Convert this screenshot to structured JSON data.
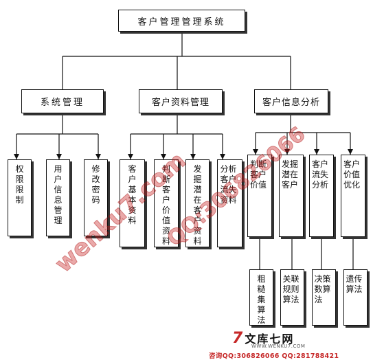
{
  "root": {
    "label": "客户管理管理系统"
  },
  "level1": [
    {
      "label": "系统管理"
    },
    {
      "label": "客户资料管理"
    },
    {
      "label": "客户信息分析"
    }
  ],
  "system_children": [
    {
      "label": "权限限制"
    },
    {
      "label": "用户信息管理"
    },
    {
      "label": "修改密码"
    }
  ],
  "data_children": [
    {
      "label": "客户基本资料"
    },
    {
      "label": "判断客户价值资料"
    },
    {
      "label": "发掘潜在客户资料"
    },
    {
      "label": "分析客户流失资料"
    }
  ],
  "analysis_children": [
    {
      "label": "判断客户价值"
    },
    {
      "label": "发掘潜在客户"
    },
    {
      "label": "客户流失分析"
    },
    {
      "label": "客户价值优化"
    }
  ],
  "algorithms": [
    {
      "label": "粗糙集算法"
    },
    {
      "label": "关联规则算法"
    },
    {
      "label": "决策数算法"
    },
    {
      "label": "遗传算法"
    }
  ],
  "watermark": {
    "site": "wenku7.com",
    "qq": "QQ:306826066"
  },
  "footer": {
    "logo_mark": "7",
    "logo_text": "文库七网",
    "logo_url": "WWW.WENKU7.COM",
    "contact": "咨询QQ:306826066 QQ:281788421"
  },
  "colors": {
    "line": "#111111",
    "watermark": "#c81e1e",
    "footer_accent": "#c62828"
  }
}
